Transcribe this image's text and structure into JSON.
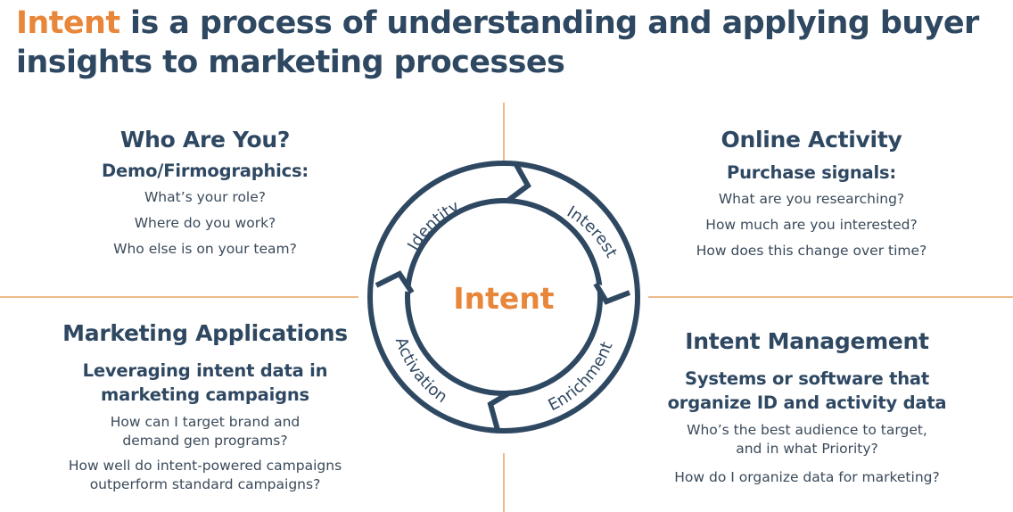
{
  "title": {
    "accent": "Intent",
    "rest_line1": " is a process of understanding and applying buyer",
    "rest_line2": "insights to marketing processes"
  },
  "cycle": {
    "center": "Intent",
    "segments": [
      {
        "label": "Identity"
      },
      {
        "label": "Interest"
      },
      {
        "label": "Enrichment"
      },
      {
        "label": "Activation"
      }
    ]
  },
  "quadrants": {
    "top_left": {
      "heading": "Who Are You?",
      "subheading": "Demo/Firmographics:",
      "questions": [
        "What’s your role?",
        "Where do you work?",
        "Who else is on your team?"
      ]
    },
    "top_right": {
      "heading": "Online Activity",
      "subheading": "Purchase signals:",
      "questions": [
        "What are you researching?",
        "How much are you interested?",
        "How does this change over time?"
      ]
    },
    "bottom_left": {
      "heading": "Marketing Applications",
      "subheading_line1": "Leveraging intent data in",
      "subheading_line2": "marketing campaigns",
      "questions": [
        {
          "line1": "How can I target brand and",
          "line2": "demand gen programs?"
        },
        {
          "line1": "How well do intent-powered campaigns",
          "line2": "outperform standard campaigns?"
        }
      ]
    },
    "bottom_right": {
      "heading": "Intent Management",
      "subheading_line1": "Systems or software that",
      "subheading_line2": "organize ID and activity data",
      "questions": [
        {
          "line1": "Who’s the best audience to target,",
          "line2": "and in what Priority?"
        },
        {
          "line1": "How do I organize data for marketing?",
          "line2": ""
        }
      ]
    }
  },
  "colors": {
    "accent": "#e8863a",
    "navy": "#2f4862",
    "divider": "#f0b98a"
  }
}
